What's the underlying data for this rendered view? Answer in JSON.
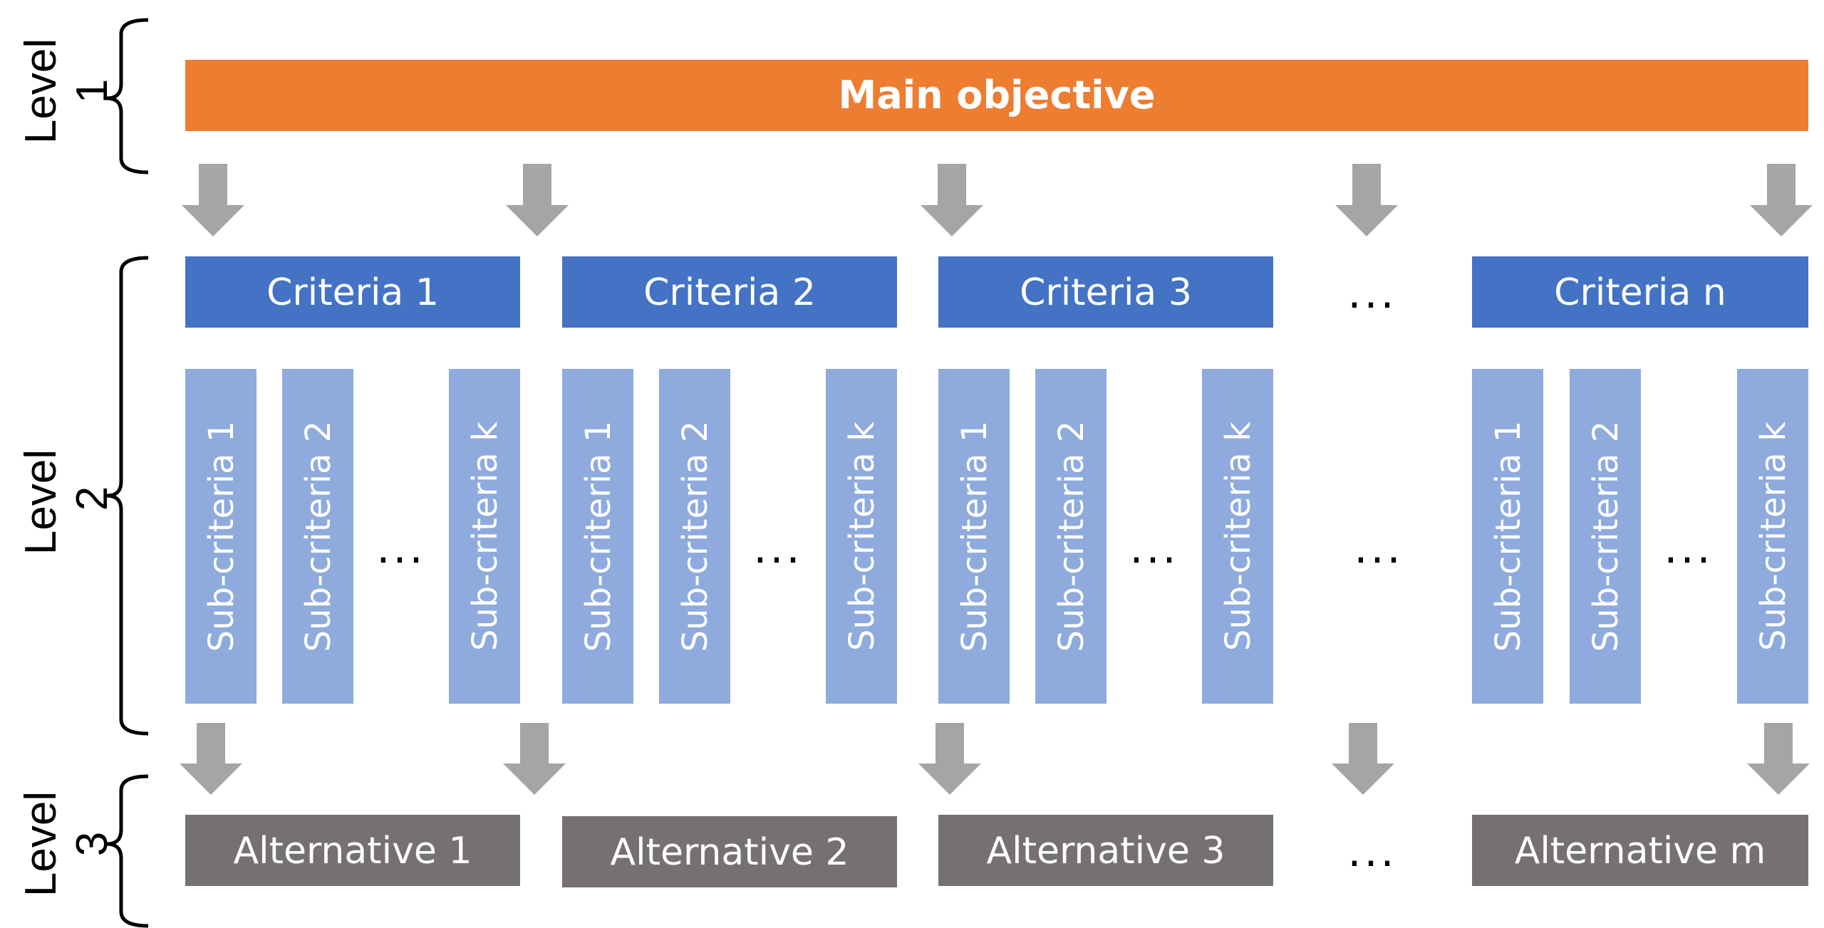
{
  "levels": [
    {
      "word": "Level",
      "number": "1"
    },
    {
      "word": "Level",
      "number": "2"
    },
    {
      "word": "Level",
      "number": "3"
    }
  ],
  "main_objective": {
    "label": "Main objective"
  },
  "criteria": [
    {
      "label": "Criteria 1",
      "sub_criteria": [
        "Sub-criteria 1",
        "Sub-criteria 2",
        "Sub-criteria k"
      ],
      "sub_ellipsis": "..."
    },
    {
      "label": "Criteria 2",
      "sub_criteria": [
        "Sub-criteria 1",
        "Sub-criteria 2",
        "Sub-criteria k"
      ],
      "sub_ellipsis": "..."
    },
    {
      "label": "Criteria 3",
      "sub_criteria": [
        "Sub-criteria 1",
        "Sub-criteria 2",
        "Sub-criteria k"
      ],
      "sub_ellipsis": "..."
    },
    {
      "label": "Criteria n",
      "sub_criteria": [
        "Sub-criteria 1",
        "Sub-criteria 2",
        "Sub-criteria k"
      ],
      "sub_ellipsis": "..."
    }
  ],
  "alternatives": [
    "Alternative 1",
    "Alternative 2",
    "Alternative 3",
    "Alternative m"
  ],
  "ellipsis": {
    "criteria": "...",
    "sub_criteria_gap": "...",
    "alternatives": "..."
  },
  "colors": {
    "main_objective": "#ED7D31",
    "criteria": "#4472C4",
    "sub_criteria": "#8FAADC",
    "alternative": "#767171",
    "arrow": "#A5A5A5",
    "bracket": "#000000"
  }
}
